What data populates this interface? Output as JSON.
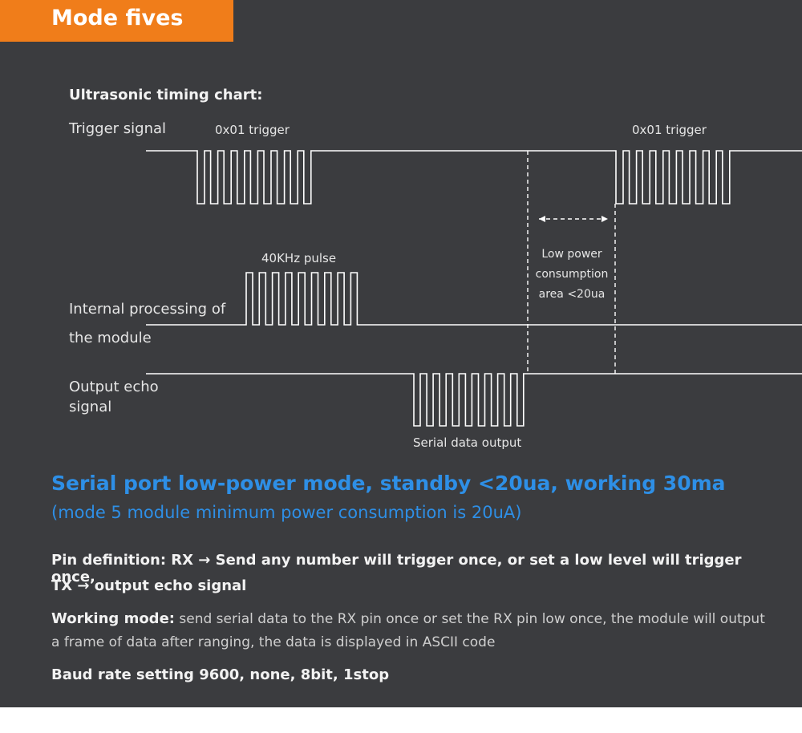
{
  "header": {
    "mode_title": "Mode fives"
  },
  "chart": {
    "title": "Ultrasonic timing chart:",
    "rows": {
      "trigger_label": "Trigger signal",
      "trigger_burst_1": "0x01 trigger",
      "trigger_burst_2": "0x01 trigger",
      "internal_label_1": "Internal processing of",
      "internal_label_2": "the module",
      "pulse_label": "40KHz pulse",
      "echo_label_1": "Output echo",
      "echo_label_2": "signal",
      "serial_label": "Serial data output"
    },
    "low_power": {
      "line1": "Low power",
      "line2": "consumption",
      "line3": "area <20ua"
    }
  },
  "info": {
    "headline": "Serial port low-power mode, standby <20ua, working 30ma",
    "subline": "(mode 5 module minimum power consumption is 20uA)",
    "pin_definition_1": "Pin definition: RX → Send any number will trigger once, or set a low level will trigger once,",
    "pin_definition_2": "TX → output echo signal",
    "working_mode_label": "Working mode:",
    "working_mode_text_1": " send serial data to the RX pin once or set the RX pin low once, the module will output",
    "working_mode_text_2": "a frame of data after ranging, the data is displayed in ASCII code",
    "baud_rate": "Baud rate setting 9600, none, 8bit, 1stop"
  },
  "colors": {
    "panel": "#3b3c3f",
    "accent_orange": "#f07d1a",
    "accent_blue": "#2e8fe6",
    "signal_line": "#ffffff"
  }
}
